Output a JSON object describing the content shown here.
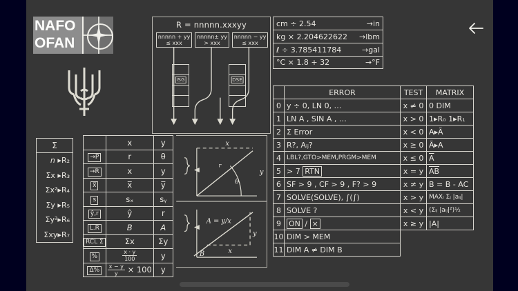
{
  "app": {
    "background": "#363636",
    "letterbox_color": "#00001f",
    "accent_line": "#d8d6cf"
  },
  "nav": {
    "back_icon": "arrow-left-icon"
  },
  "branding": {
    "logo_line1": "NAFO",
    "logo_line2": "OFAN",
    "emblem": "nato-star-emblem",
    "crest": "ukrainian-trident"
  },
  "flowchart": {
    "title": "R = nnnnn.xxxyy",
    "boxes": [
      {
        "line1": "nnnnn + yy",
        "line2": "≤ xxx"
      },
      {
        "line1": "nnnnn± yy",
        "line2": "> xxx"
      },
      {
        "line1": "nnnnn − yy",
        "line2": "≤ xxx"
      }
    ],
    "stacks": [
      {
        "label": "ISG",
        "cells": 4
      },
      {
        "label": "DSE",
        "cells": 4
      }
    ]
  },
  "conversions": {
    "rows": [
      {
        "expr": "cm ÷ 2.54",
        "result": "in"
      },
      {
        "expr": "kg × 2.204622622",
        "result": "lbm"
      },
      {
        "expr": "ℓ ÷ 3.785411784",
        "result": "gal"
      },
      {
        "expr": "°C × 1.8 + 32",
        "result": "°F"
      }
    ]
  },
  "error_table": {
    "headers": {
      "no": "",
      "error": "ERROR",
      "test": "TEST",
      "matrix": "MATRIX"
    },
    "rows": [
      {
        "no": "0",
        "error": "y ÷ 0, LN 0, …",
        "test": "x ≠ 0",
        "matrix": "0 DIM"
      },
      {
        "no": "1",
        "error": "LN A , SIN A , …",
        "test": "x > 0",
        "matrix": "1▸R₀ 1▸R₁"
      },
      {
        "no": "2",
        "error": "Σ Error",
        "test": "x < 0",
        "matrix": "A▸Ã"
      },
      {
        "no": "3",
        "error": "R?, Aᵢⱼ?",
        "test": "x ≥ 0",
        "matrix": "Ã▸A"
      },
      {
        "no": "4",
        "error": "LBL?,GTO>MEM,PRGM>MEM",
        "test": "x ≤ 0",
        "matrix": "A"
      },
      {
        "no": "5",
        "error": "> 7 RTN",
        "test": "x = y",
        "matrix": "AB"
      },
      {
        "no": "6",
        "error": "SF > 9 , CF > 9 , F? > 9",
        "test": "x ≠ y",
        "matrix": "B = B - AC"
      },
      {
        "no": "7",
        "error": "SOLVE(SOLVE), ∫(∫)",
        "test": "x > y",
        "matrix": "MAXᵢ Σⱼ |aᵢⱼ|"
      },
      {
        "no": "8",
        "error": "SOLVE ?",
        "test": "x < y",
        "matrix": "(Σᵢⱼ |aᵢⱼ|²)½"
      },
      {
        "no": "9",
        "error": "ON / ×",
        "test": "x ≥ y",
        "matrix": "|A|"
      },
      {
        "no": "10",
        "error": "DIM > MEM",
        "test": "",
        "matrix": ""
      },
      {
        "no": "11",
        "error": "DIM A ≠ DIM B",
        "test": "",
        "matrix": ""
      }
    ]
  },
  "sigma_table": {
    "header": "Σ",
    "rows": [
      {
        "stat": "n",
        "reg": "R₂"
      },
      {
        "stat": "Σx",
        "reg": "R₃"
      },
      {
        "stat": "Σx²",
        "reg": "R₄"
      },
      {
        "stat": "Σy",
        "reg": "R₅"
      },
      {
        "stat": "Σy²",
        "reg": "R₆"
      },
      {
        "stat": "Σxy",
        "reg": "R₇"
      }
    ]
  },
  "key_table": {
    "headers": {
      "key": "",
      "x": "x",
      "y": "y"
    },
    "rows": [
      {
        "key": "→P",
        "x": "r",
        "y": "θ"
      },
      {
        "key": "→R",
        "x": "x",
        "y": "y"
      },
      {
        "key": "x̅",
        "x": "x̅",
        "y": "y̅"
      },
      {
        "key": "s",
        "x": "sₓ",
        "y": "sᵧ"
      },
      {
        "key": "ŷ,r",
        "x": "ŷ",
        "y": "r"
      },
      {
        "key": "L.R",
        "x": "B",
        "y": "A"
      },
      {
        "key": "RCL Σ",
        "x": "Σx",
        "y": "Σy"
      },
      {
        "key": "%",
        "x": "(x · y)/100",
        "y": "y"
      },
      {
        "key": "Δ%",
        "x": "((x − y)/y) × 100",
        "y": "y"
      }
    ]
  },
  "diagrams": {
    "polar": {
      "x_label": "x",
      "y_label": "y",
      "angle_label": "θ",
      "radius_label": "r"
    },
    "linear": {
      "slope_label": "A = y/x",
      "intercept_label": "B",
      "x_label": "x",
      "y_label": "y"
    }
  },
  "scrollbar": {
    "orientation": "horizontal"
  }
}
